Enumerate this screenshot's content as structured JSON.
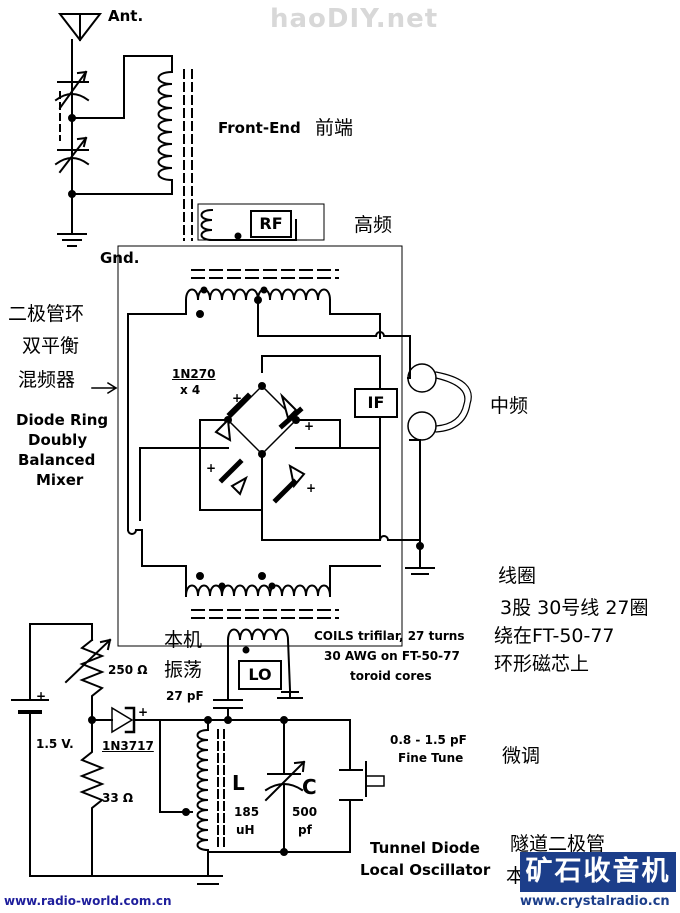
{
  "watermark_top": "haoDIY.net",
  "labels": {
    "ant": "Ant.",
    "gnd": "Gnd.",
    "front_end": "Front-End",
    "front_end_cn": "前端",
    "rf": "RF",
    "rf_cn": "高频",
    "mixer_cn_1": "二极管环",
    "mixer_cn_2": "双平衡",
    "mixer_cn_3": "混频器",
    "mixer_en_1": "Diode Ring",
    "mixer_en_2": "Doubly",
    "mixer_en_3": "Balanced",
    "mixer_en_4": "Mixer",
    "diode_part": "1N270",
    "diode_qty": "x 4",
    "if": "IF",
    "if_cn": "中频",
    "coil_cn_1": "线圈",
    "coil_cn_2": "3股 30号线 27圈",
    "coil_cn_3": "绕在FT-50-77",
    "coil_cn_4": "环形磁芯上",
    "coils_en_1": "COILS trifilar, 27 turns",
    "coils_en_2": "30 AWG on FT-50-77",
    "coils_en_3": "toroid cores",
    "lo": "LO",
    "lo_cn_1": "本机",
    "lo_cn_2": "振荡",
    "cap_27": "27 pF",
    "r_250": "250 Ω",
    "battery": "1.5 V.",
    "tunnel_diode": "1N3717",
    "r_33": "33 Ω",
    "inductor": "L",
    "inductor_val_1": "185",
    "inductor_val_2": "uH",
    "capacitor": "C",
    "capacitor_val_1": "500",
    "capacitor_val_2": "pf",
    "fine_tune_val": "0.8 - 1.5 pF",
    "fine_tune": "Fine Tune",
    "fine_tune_cn": "微调",
    "osc_en_1": "Tunnel Diode",
    "osc_en_2": "Local Oscillator",
    "osc_cn": "隧道二极管",
    "osc_cn_partial": "本",
    "plus": "+"
  },
  "footer": {
    "url_left": "www.radio-world.com.cn",
    "logo_cn": "矿石收音机",
    "url_right": "www.crystalradio.cn"
  },
  "colors": {
    "line": "#000000",
    "url_left": "#1e1e9c",
    "logo_bg": "#1c3e8a",
    "url_right": "#1c3e8a"
  }
}
